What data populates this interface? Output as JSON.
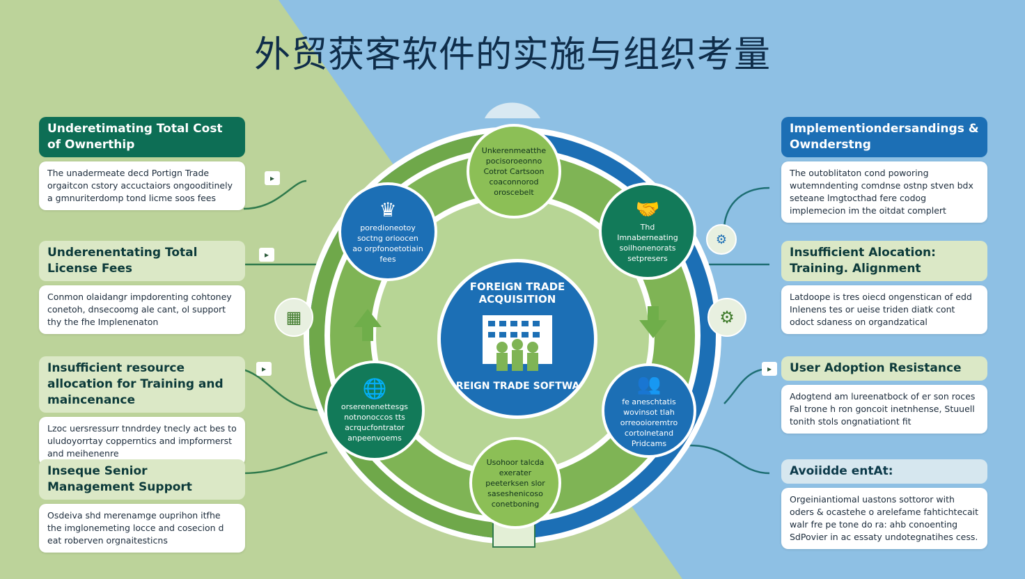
{
  "title": "外贸获客软件的实施与组织考量",
  "left_cards": [
    {
      "heading": "Underetimating Total Cost of Ownerthip",
      "body": "The unadermeate decd Portign Trade orgaitcon cstory accuctaiors ongooditinely a gmnuriterdomp tond licme soos fees"
    },
    {
      "heading": "Underenentating Total License Fees",
      "body": "Conmon olaidangr impdorenting cohtoney conetoh, dnsecoomg ale cant, ol support thy the fhe Implenenaton"
    },
    {
      "heading": "Insufficient resource allocation for Training and maincenance",
      "body": "Lzoc uersressurr tnndrdey tnecly act bes to uludoyorrtay copperntics and impformerst and meihenenre"
    },
    {
      "heading": "Inseque Senior Management Support",
      "body": "Osdeiva shd merenamge ouprihon itfhe the imglonemeting locce and cosecion d eat roberven orgnaitesticns"
    }
  ],
  "right_cards": [
    {
      "heading": "Implementiondersandings & Ownderstng",
      "body": "The outoblitaton cond poworing wutemndenting comdnse ostnp stven bdx seteane lmgtocthad fere codog implemecion im the oitdat complert"
    },
    {
      "heading": "Insufficient Alocation: Training. Alignment",
      "body": "Latdoope is tres oiecd ongenstican of edd Inlenens tes or ueise triden diatk cont odoct sdaness on organdzatical"
    },
    {
      "heading": "User Adoption Resistance",
      "body": "Adogtend am lureenatbock of er son roces Fal trone h ron goncoit inetnhense, Stuuell tonith stols ongnatiationt fit"
    },
    {
      "heading": "Avoiidde entAt:",
      "body": "Orgeiniantiomal uastons sottoror with oders & ocastehe o arelefame fahtichtecait walr fre pe tone do ra: ahb conoenting SdPovier in ac essaty undotegnatihes cess."
    }
  ],
  "ring_nodes": [
    {
      "label": "Unkerenmeatthe pocisoroeonno Cotrot Cartsoon coaconnorod oroscebelt",
      "color": "#8cbf56"
    },
    {
      "label": "Thd Imnaberneating soilhonenorats setpresers",
      "color": "#127a59"
    },
    {
      "label": "fe aneschtatis wovinsot tlah orreooioremtro cortolnetand Pridcams",
      "color": "#1c6fb5"
    },
    {
      "label": "Usohoor talcda exerater peeterksen slor saseshenicoso conetboning",
      "color": "#8cbf56"
    },
    {
      "label": "orserenenettesgs notnonoccos tts acrqucfontrator anpeenvoems",
      "color": "#127a59"
    },
    {
      "label": "poredioneotoy soctng orioocen ao orpfonoetotiain fees",
      "color": "#1c6fb5"
    }
  ],
  "ring_icons": [
    "seedling-icon",
    "handshake-icon",
    "team-icon",
    "document-icon",
    "globe-icon",
    "crown-icon"
  ],
  "center": {
    "top": "FOREIGN TRADE ACQUISITION",
    "bottom": "FOREIGN TRADE SOFTWARE"
  },
  "colors": {
    "blue": "#1c6fb5",
    "green": "#8cbf56",
    "dark_green": "#127a59",
    "bg_green": "#bcd39a",
    "bg_blue": "#8ec0e4"
  }
}
